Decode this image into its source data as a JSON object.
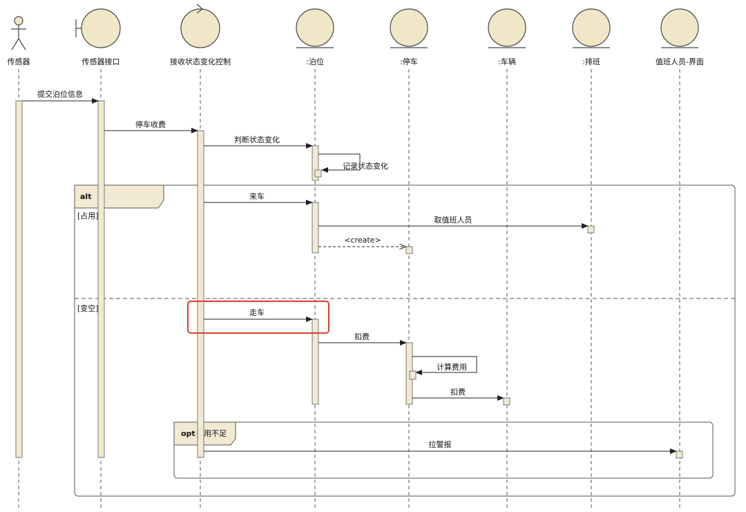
{
  "colors": {
    "participant_fill": "#f1e6c8",
    "participant_stroke": "#444444",
    "activation_fill": "#f1e9d2",
    "line": "#222222",
    "frame_label_fill": "#f1e9d2",
    "highlight": "#d9402b"
  },
  "participants": [
    {
      "id": "sensor",
      "name": "传感器",
      "kind": "actor",
      "icon": "actor-stick-figure-icon"
    },
    {
      "id": "sensor_if",
      "name": "传感器接口",
      "kind": "boundary",
      "icon": "boundary-icon"
    },
    {
      "id": "ctrl",
      "name": "接收状态变化控制",
      "kind": "control",
      "icon": "control-icon"
    },
    {
      "id": "berth",
      "name": ":泊位",
      "kind": "entity",
      "icon": "entity-icon"
    },
    {
      "id": "parking",
      "name": ":停车",
      "kind": "entity",
      "icon": "entity-icon"
    },
    {
      "id": "vehicle",
      "name": ":车辆",
      "kind": "entity",
      "icon": "entity-icon"
    },
    {
      "id": "shift",
      "name": ":排班",
      "kind": "entity",
      "icon": "entity-icon"
    },
    {
      "id": "staff_ui",
      "name": "值班人员-界面",
      "kind": "entity",
      "icon": "entity-icon"
    }
  ],
  "messages": [
    {
      "label": "提交泊位信息",
      "from": "sensor",
      "to": "sensor_if",
      "style": "sync"
    },
    {
      "label": "停车收费",
      "from": "sensor_if",
      "to": "ctrl",
      "style": "sync"
    },
    {
      "label": "判断状态变化",
      "from": "ctrl",
      "to": "berth",
      "style": "sync"
    },
    {
      "label": "记录状态变化",
      "from": "berth",
      "to": "berth",
      "style": "self"
    },
    {
      "label": "来车",
      "from": "ctrl",
      "to": "berth",
      "style": "sync"
    },
    {
      "label": "取值班人员",
      "from": "berth",
      "to": "shift",
      "style": "sync"
    },
    {
      "label": "<create>",
      "from": "berth",
      "to": "parking",
      "style": "create"
    },
    {
      "label": "走车",
      "from": "ctrl",
      "to": "berth",
      "style": "sync",
      "highlighted": true
    },
    {
      "label": "扣费",
      "from": "berth",
      "to": "parking",
      "style": "sync"
    },
    {
      "label": "计算费用",
      "from": "parking",
      "to": "parking",
      "style": "self"
    },
    {
      "label": "扣费",
      "from": "parking",
      "to": "vehicle",
      "style": "sync"
    },
    {
      "label": "拉警报",
      "from": "ctrl",
      "to": "staff_ui",
      "style": "sync"
    }
  ],
  "fragments": {
    "alt": {
      "keyword": "alt",
      "guards": [
        "[占用]",
        "[变空]"
      ]
    },
    "opt": {
      "keyword": "opt",
      "condition": "费用不足"
    }
  }
}
